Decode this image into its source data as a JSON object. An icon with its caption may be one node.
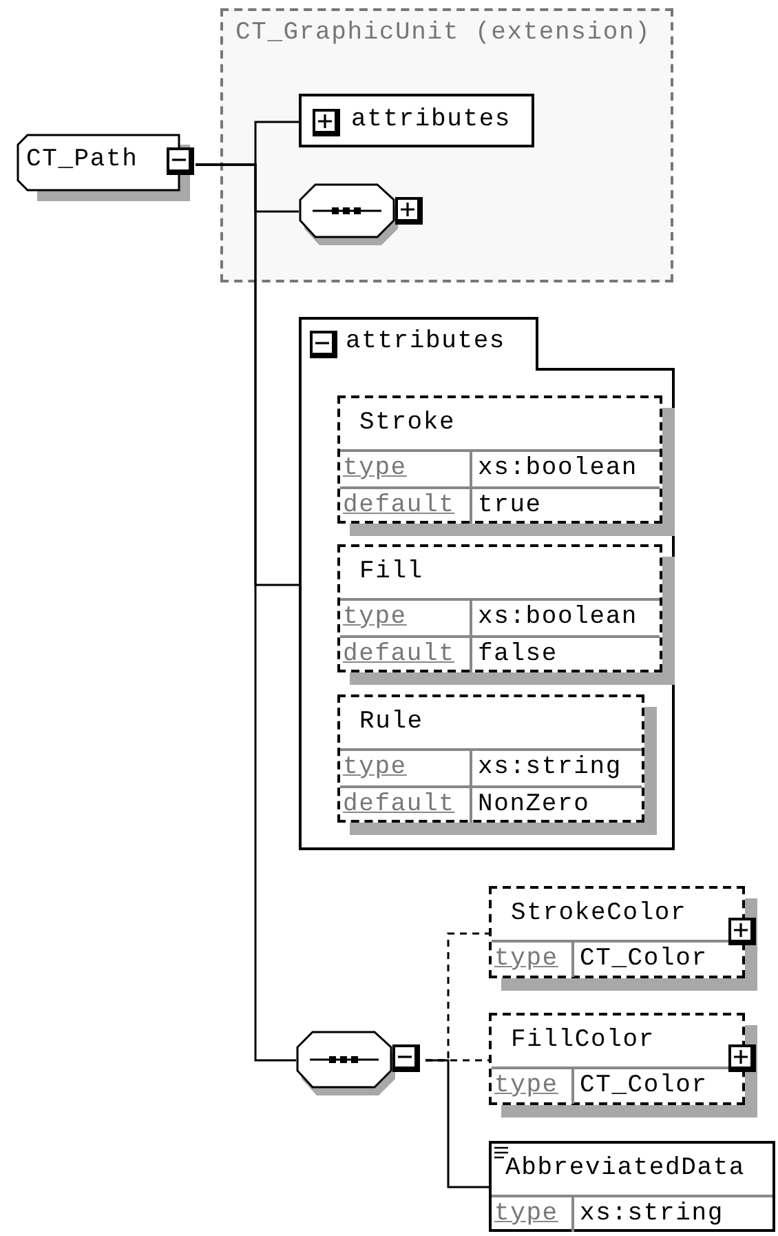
{
  "diagram": {
    "nodes": [
      {
        "text": [
          "CT_Path"
        ]
      },
      {
        "text": [
          "CT_GraphicUnit (extension)"
        ]
      },
      {
        "text": [
          "attributes"
        ],
        "in": 1
      },
      {
        "text": [],
        "shape": "octagon",
        "in": 1
      },
      {
        "text": [
          "attributes"
        ]
      },
      {
        "text": [
          "Stroke",
          "type",
          "xs:boolean",
          "default",
          "true"
        ],
        "in": 4
      },
      {
        "text": [
          "Fill",
          "type",
          "xs:boolean",
          "default",
          "false"
        ],
        "in": 4
      },
      {
        "text": [
          "Rule",
          "type",
          "xs:string",
          "default",
          "NonZero"
        ],
        "in": 4
      },
      {
        "text": [],
        "shape": "octagon"
      },
      {
        "text": [
          "StrokeColor",
          "type",
          "CT_Color"
        ]
      },
      {
        "text": [
          "FillColor",
          "type",
          "CT_Color"
        ]
      },
      {
        "text": [
          "AbbreviatedData",
          "type",
          "xs:string"
        ]
      }
    ],
    "edges": [
      {
        "from": 0,
        "to": 2,
        "arrow": "none"
      },
      {
        "from": 0,
        "to": 3,
        "arrow": "none"
      },
      {
        "from": 0,
        "to": 4,
        "arrow": "none"
      },
      {
        "from": 0,
        "to": 8,
        "arrow": "none"
      },
      {
        "from": 8,
        "to": 9,
        "arrow": "none",
        "style": "dashed"
      },
      {
        "from": 8,
        "to": 10,
        "arrow": "none",
        "style": "dashed"
      },
      {
        "from": 8,
        "to": 11,
        "arrow": "none"
      }
    ]
  }
}
